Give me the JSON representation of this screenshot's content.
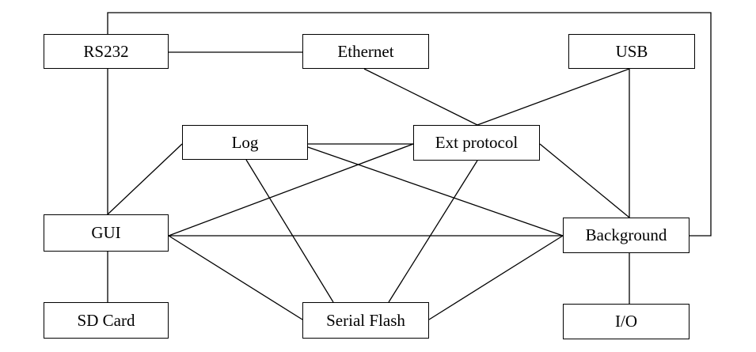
{
  "diagram": {
    "nodes": {
      "rs232": "RS232",
      "ethernet": "Ethernet",
      "usb": "USB",
      "log": "Log",
      "ext_protocol": "Ext protocol",
      "gui": "GUI",
      "background": "Background",
      "sd_card": "SD Card",
      "serial_flash": "Serial Flash",
      "io": "I/O"
    },
    "edges": [
      [
        "RS232",
        "Ethernet"
      ],
      [
        "RS232",
        "GUI"
      ],
      [
        "RS232",
        "Background"
      ],
      [
        "Ethernet",
        "Ext protocol"
      ],
      [
        "USB",
        "Ext protocol"
      ],
      [
        "USB",
        "Background"
      ],
      [
        "Log",
        "Ext protocol"
      ],
      [
        "Log",
        "GUI"
      ],
      [
        "Log",
        "Serial Flash"
      ],
      [
        "Log",
        "Background"
      ],
      [
        "Ext protocol",
        "GUI"
      ],
      [
        "Ext protocol",
        "Serial Flash"
      ],
      [
        "Ext protocol",
        "Background"
      ],
      [
        "GUI",
        "Background"
      ],
      [
        "GUI",
        "Serial Flash"
      ],
      [
        "GUI",
        "SD Card"
      ],
      [
        "Serial Flash",
        "Background"
      ],
      [
        "Background",
        "I/O"
      ]
    ]
  }
}
